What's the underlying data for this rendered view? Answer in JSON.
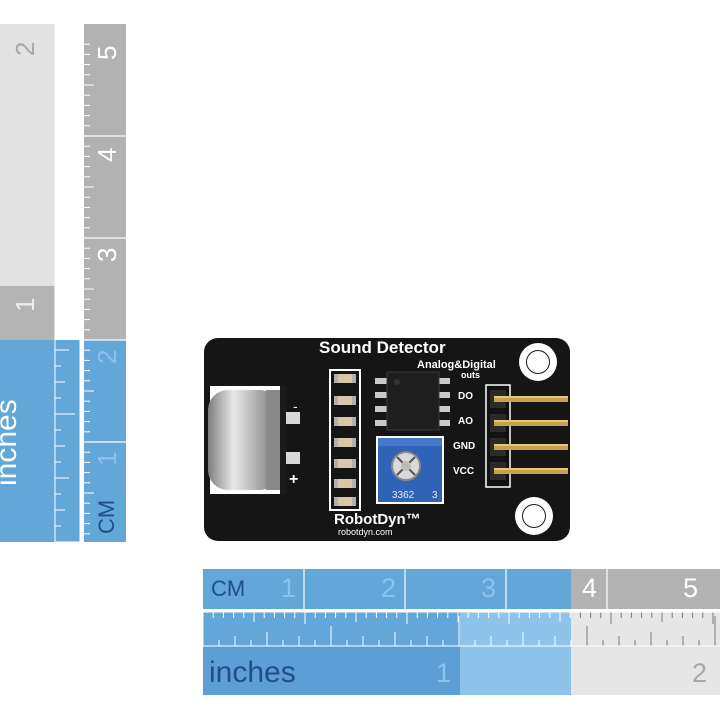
{
  "board": {
    "title": "Sound Detector",
    "subtitle": "Analog&Digital",
    "subtitle2": "outs",
    "pins": [
      "DO",
      "AO",
      "GND",
      "VCC"
    ],
    "plus_sign": "+",
    "minus_sign": "-",
    "pot_marking": "3362",
    "pot_value": "3",
    "brand": "RobotDyn™",
    "url": "robotdyn.com"
  },
  "ruler_vertical": {
    "unit_inches": "inches",
    "inch_labels": [
      "1",
      "2"
    ],
    "unit_cm": "CM",
    "cm_labels": [
      "1",
      "2",
      "3",
      "4",
      "5"
    ]
  },
  "ruler_horizontal": {
    "unit_cm": "CM",
    "cm_labels": [
      "1",
      "2",
      "3",
      "4",
      "5"
    ],
    "unit_inches": "inches",
    "inch_labels": [
      "1",
      "2"
    ]
  },
  "colors": {
    "ruler_blue": "#63a6d8",
    "ruler_gray": "#b2b2b2",
    "board_black": "#151515",
    "pot_blue": "#2f63b8"
  }
}
